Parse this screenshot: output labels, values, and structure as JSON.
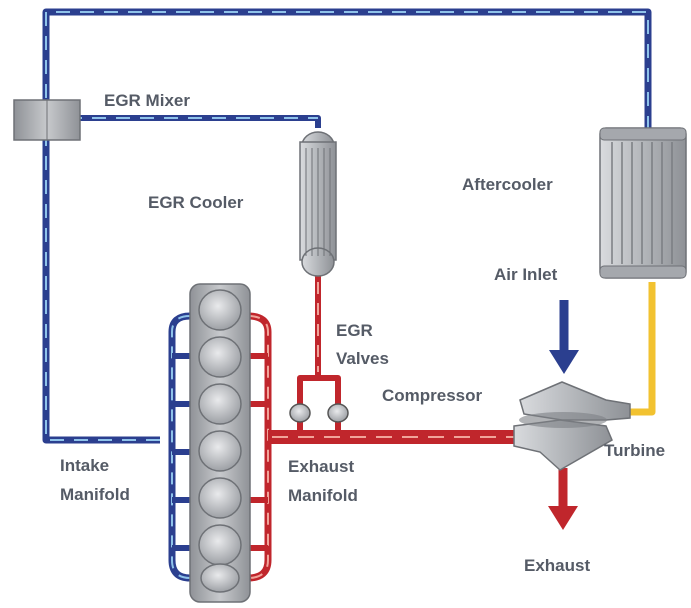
{
  "labels": {
    "egr_mixer": "EGR Mixer",
    "egr_cooler": "EGR Cooler",
    "aftercooler": "Aftercooler",
    "air_inlet": "Air Inlet",
    "egr_valves_line1": "EGR",
    "egr_valves_line2": "Valves",
    "compressor": "Compressor",
    "turbine": "Turbine",
    "intake_manifold_line1": "Intake",
    "intake_manifold_line2": "Manifold",
    "exhaust_manifold_line1": "Exhaust",
    "exhaust_manifold_line2": "Manifold",
    "exhaust": "Exhaust"
  },
  "colors": {
    "intake_pipe": "#2b3f8f",
    "intake_pipe_highlight": "#8fc3ea",
    "exhaust_pipe": "#c0262c",
    "exhaust_pipe_highlight": "#f1a49a",
    "aftercooler_feed": "#f2c230",
    "metal": "#9a9ea4",
    "label": "#555b66"
  }
}
